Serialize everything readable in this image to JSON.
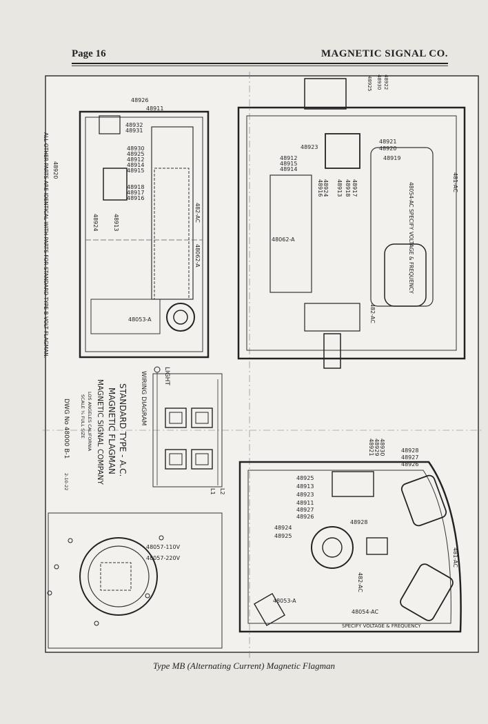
{
  "header": {
    "page_number": "Page 16",
    "company": "MAGNETIC SIGNAL CO."
  },
  "caption": "Type MB (Alternating Current) Magnetic Flagman",
  "top_left_view": {
    "labels": [
      "48926",
      "48911",
      "48932",
      "48931",
      "48930",
      "48925",
      "48912",
      "48914",
      "48915",
      "48918",
      "48917",
      "48916",
      "48924",
      "48913",
      "482-AC",
      "48062-A",
      "48053-A",
      "48920"
    ],
    "note": "ALL OTHER PARTS ARE IDENTICAL WITH PARTS FOR STANDARD TYPE B VOLT FLAGMAN."
  },
  "top_right_view": {
    "labels": [
      "48922",
      "48930",
      "48925",
      "48921",
      "48920",
      "48923",
      "48912",
      "48915",
      "48914",
      "48913",
      "48916",
      "48924",
      "48918",
      "48917",
      "48919",
      "48062-A",
      "482-AC",
      "481-AC"
    ],
    "coil_label": "48054-AC SPECIFY VOLTAGE & FREQUENCY"
  },
  "title_block": {
    "wiring_diagram": "WIRING DIAGRAM",
    "light": "LIGHT",
    "standard_type": "STANDARD TYPE - A.C.",
    "product": "MAGNETIC FLAGMAN",
    "company": "MAGNETIC SIGNAL COMPANY",
    "location": "LOS ANGELES CALIFORNIA",
    "scale": "SCALE ¼ FULL SIZE",
    "drawing_no": "DWG No 48000 B-1",
    "date": "2-10-22",
    "l1": "L1",
    "l2": "L2"
  },
  "bottom_left_view": {
    "labels": [
      "48057-110V",
      "48057-220V"
    ]
  },
  "bottom_right_view": {
    "labels": [
      "48928",
      "48927",
      "48926",
      "48925",
      "48913",
      "48923",
      "48911",
      "48927",
      "48926",
      "48924",
      "48925",
      "48928",
      "48053-A",
      "482-AC",
      "481-AC"
    ],
    "top_labels": [
      "48929",
      "48930",
      "48921"
    ],
    "coil_label": "48054-AC",
    "coil_note": "SPECIFY VOLTAGE & FREQUENCY"
  }
}
